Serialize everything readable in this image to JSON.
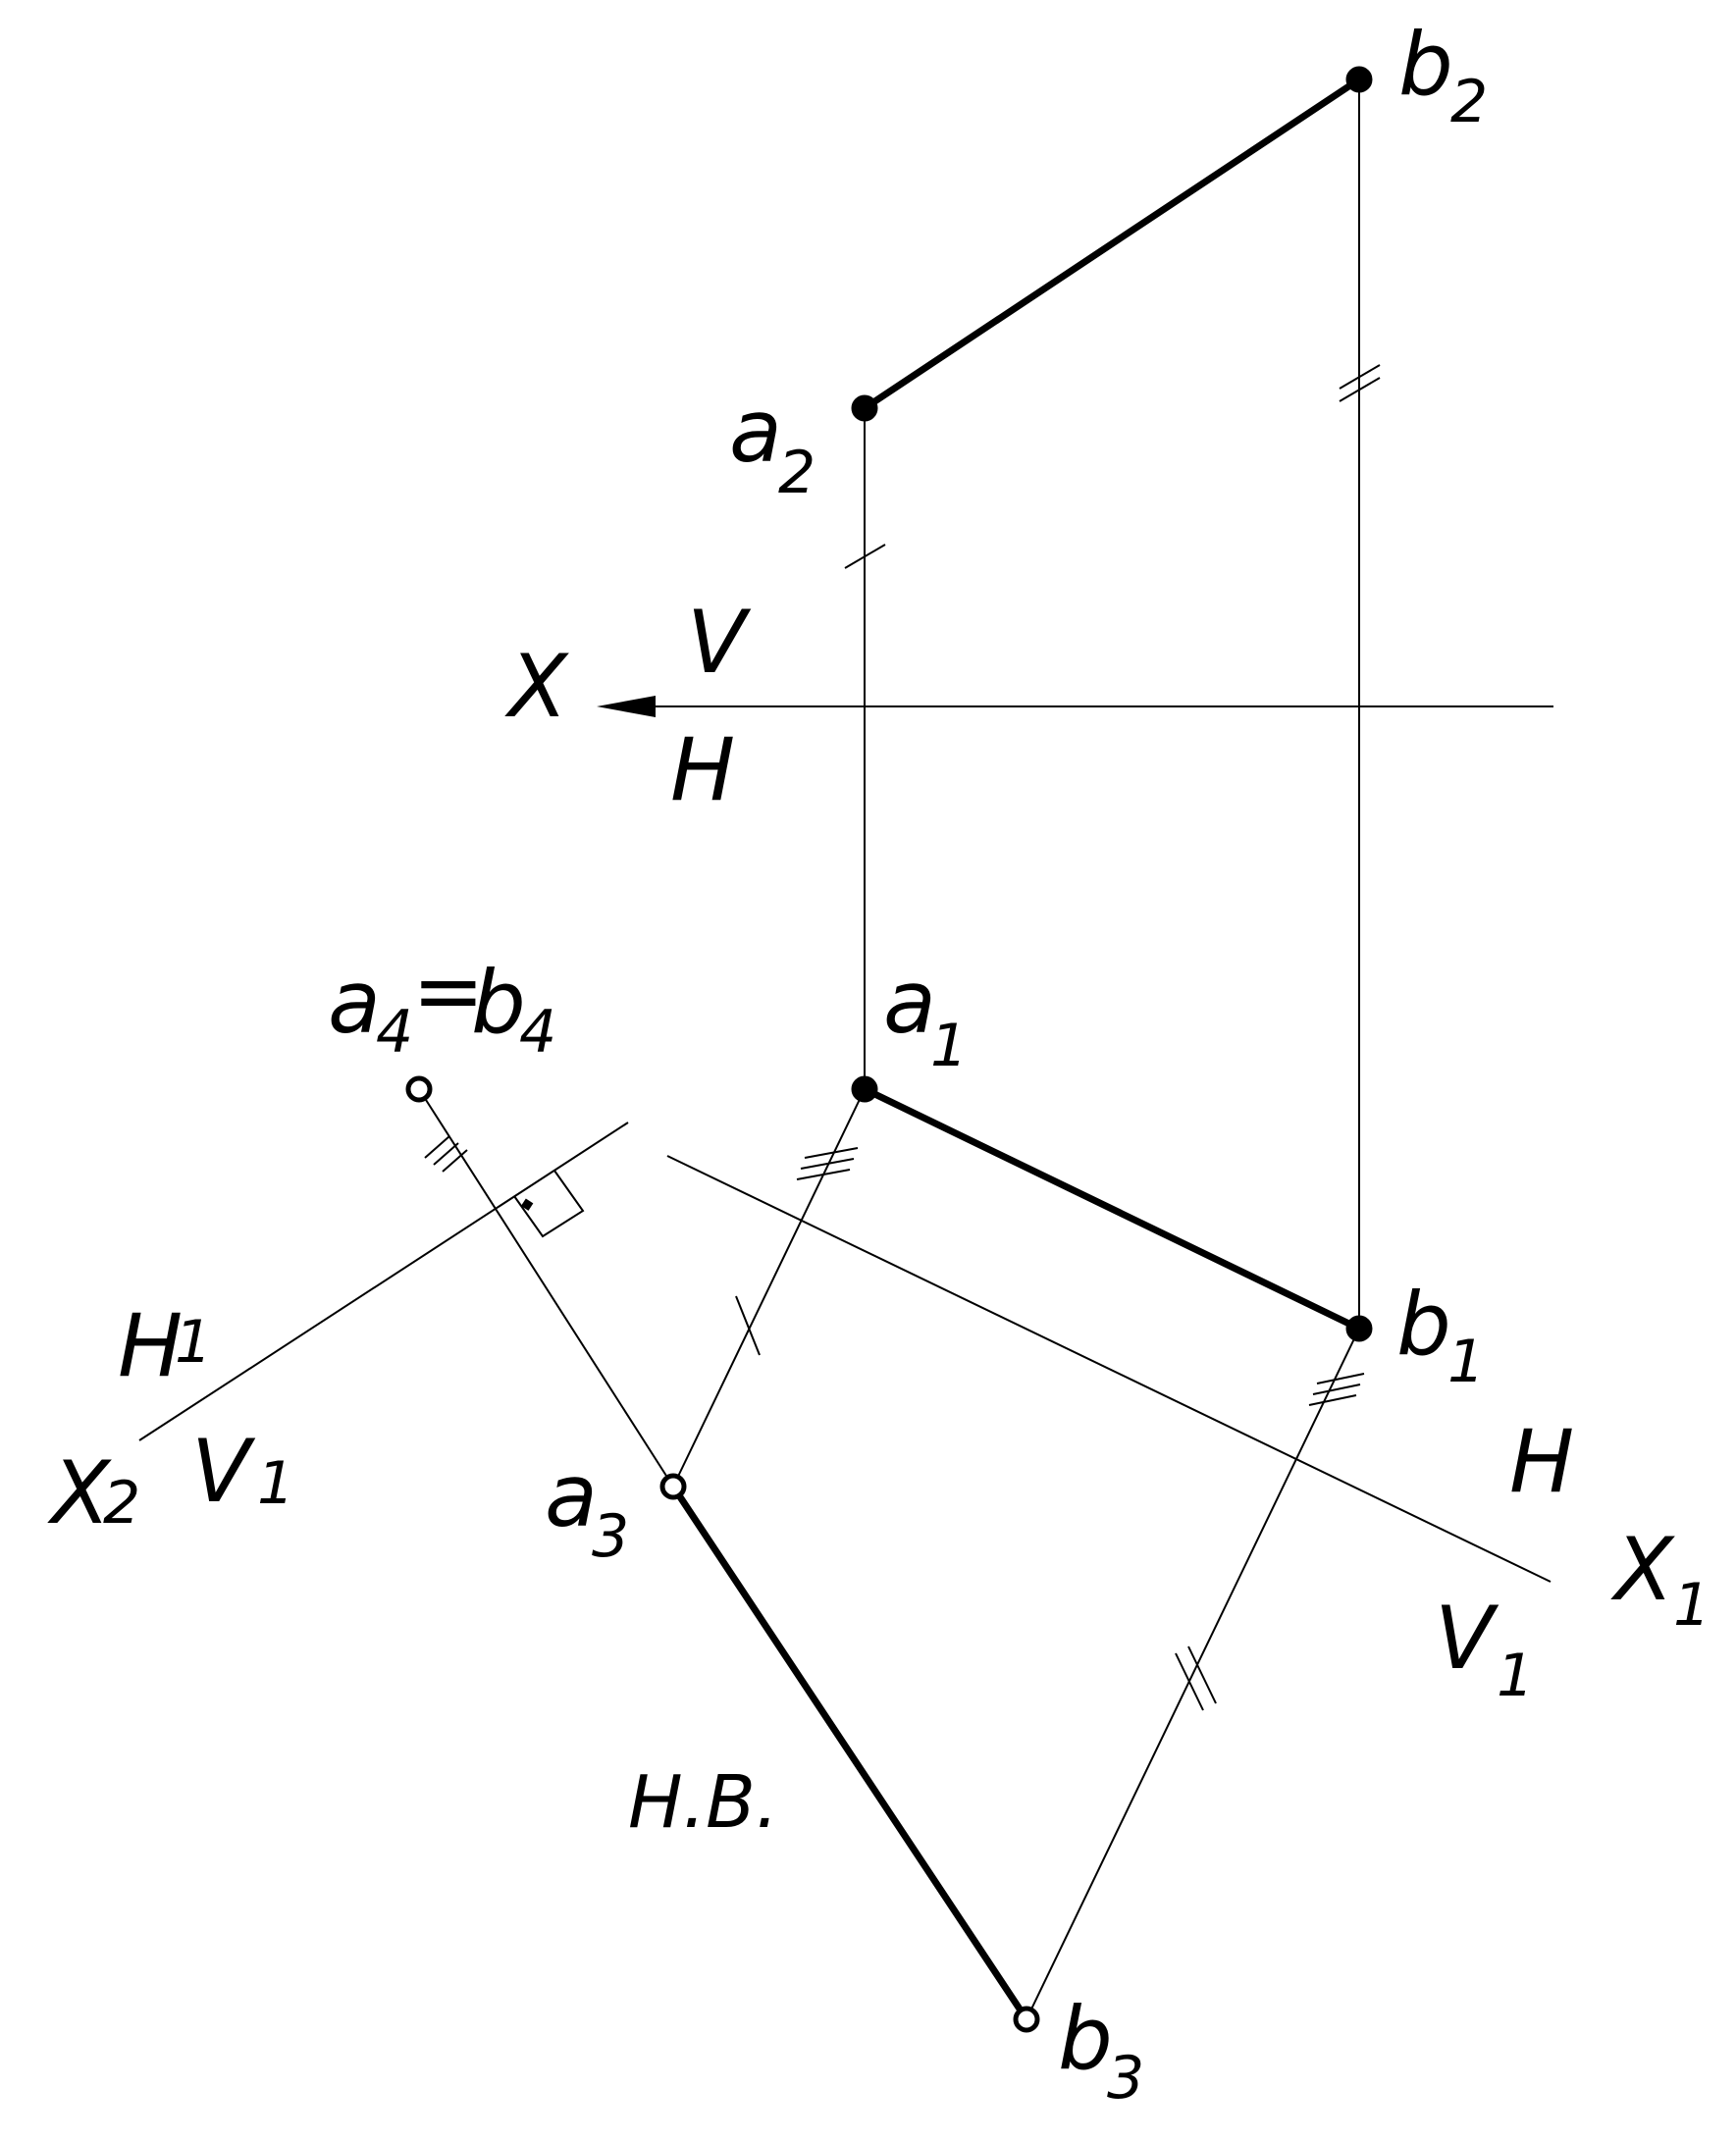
{
  "labels": {
    "a2": "a",
    "a2_sub": "2",
    "b2": "b",
    "b2_sub": "2",
    "a1": "a",
    "a1_sub": "1",
    "b1": "b",
    "b1_sub": "1",
    "a3": "a",
    "a3_sub": "3",
    "b3": "b",
    "b3_sub": "3",
    "a4": "a",
    "a4_sub": "4",
    "eq": "=",
    "b4": "b",
    "b4_sub": "4",
    "axis_x": "X",
    "plane_v": "V",
    "plane_h": "H",
    "axis_x1": "X",
    "axis_x1_sub": "1",
    "plane_h_right": "H",
    "plane_v1_right": "V",
    "plane_v1_right_sub": "1",
    "axis_x2": "X",
    "axis_x2_sub": "2",
    "plane_h1": "H",
    "plane_h1_sub": "1",
    "plane_v1_left": "V",
    "plane_v1_left_sub": "1",
    "true_view": "H.B."
  }
}
